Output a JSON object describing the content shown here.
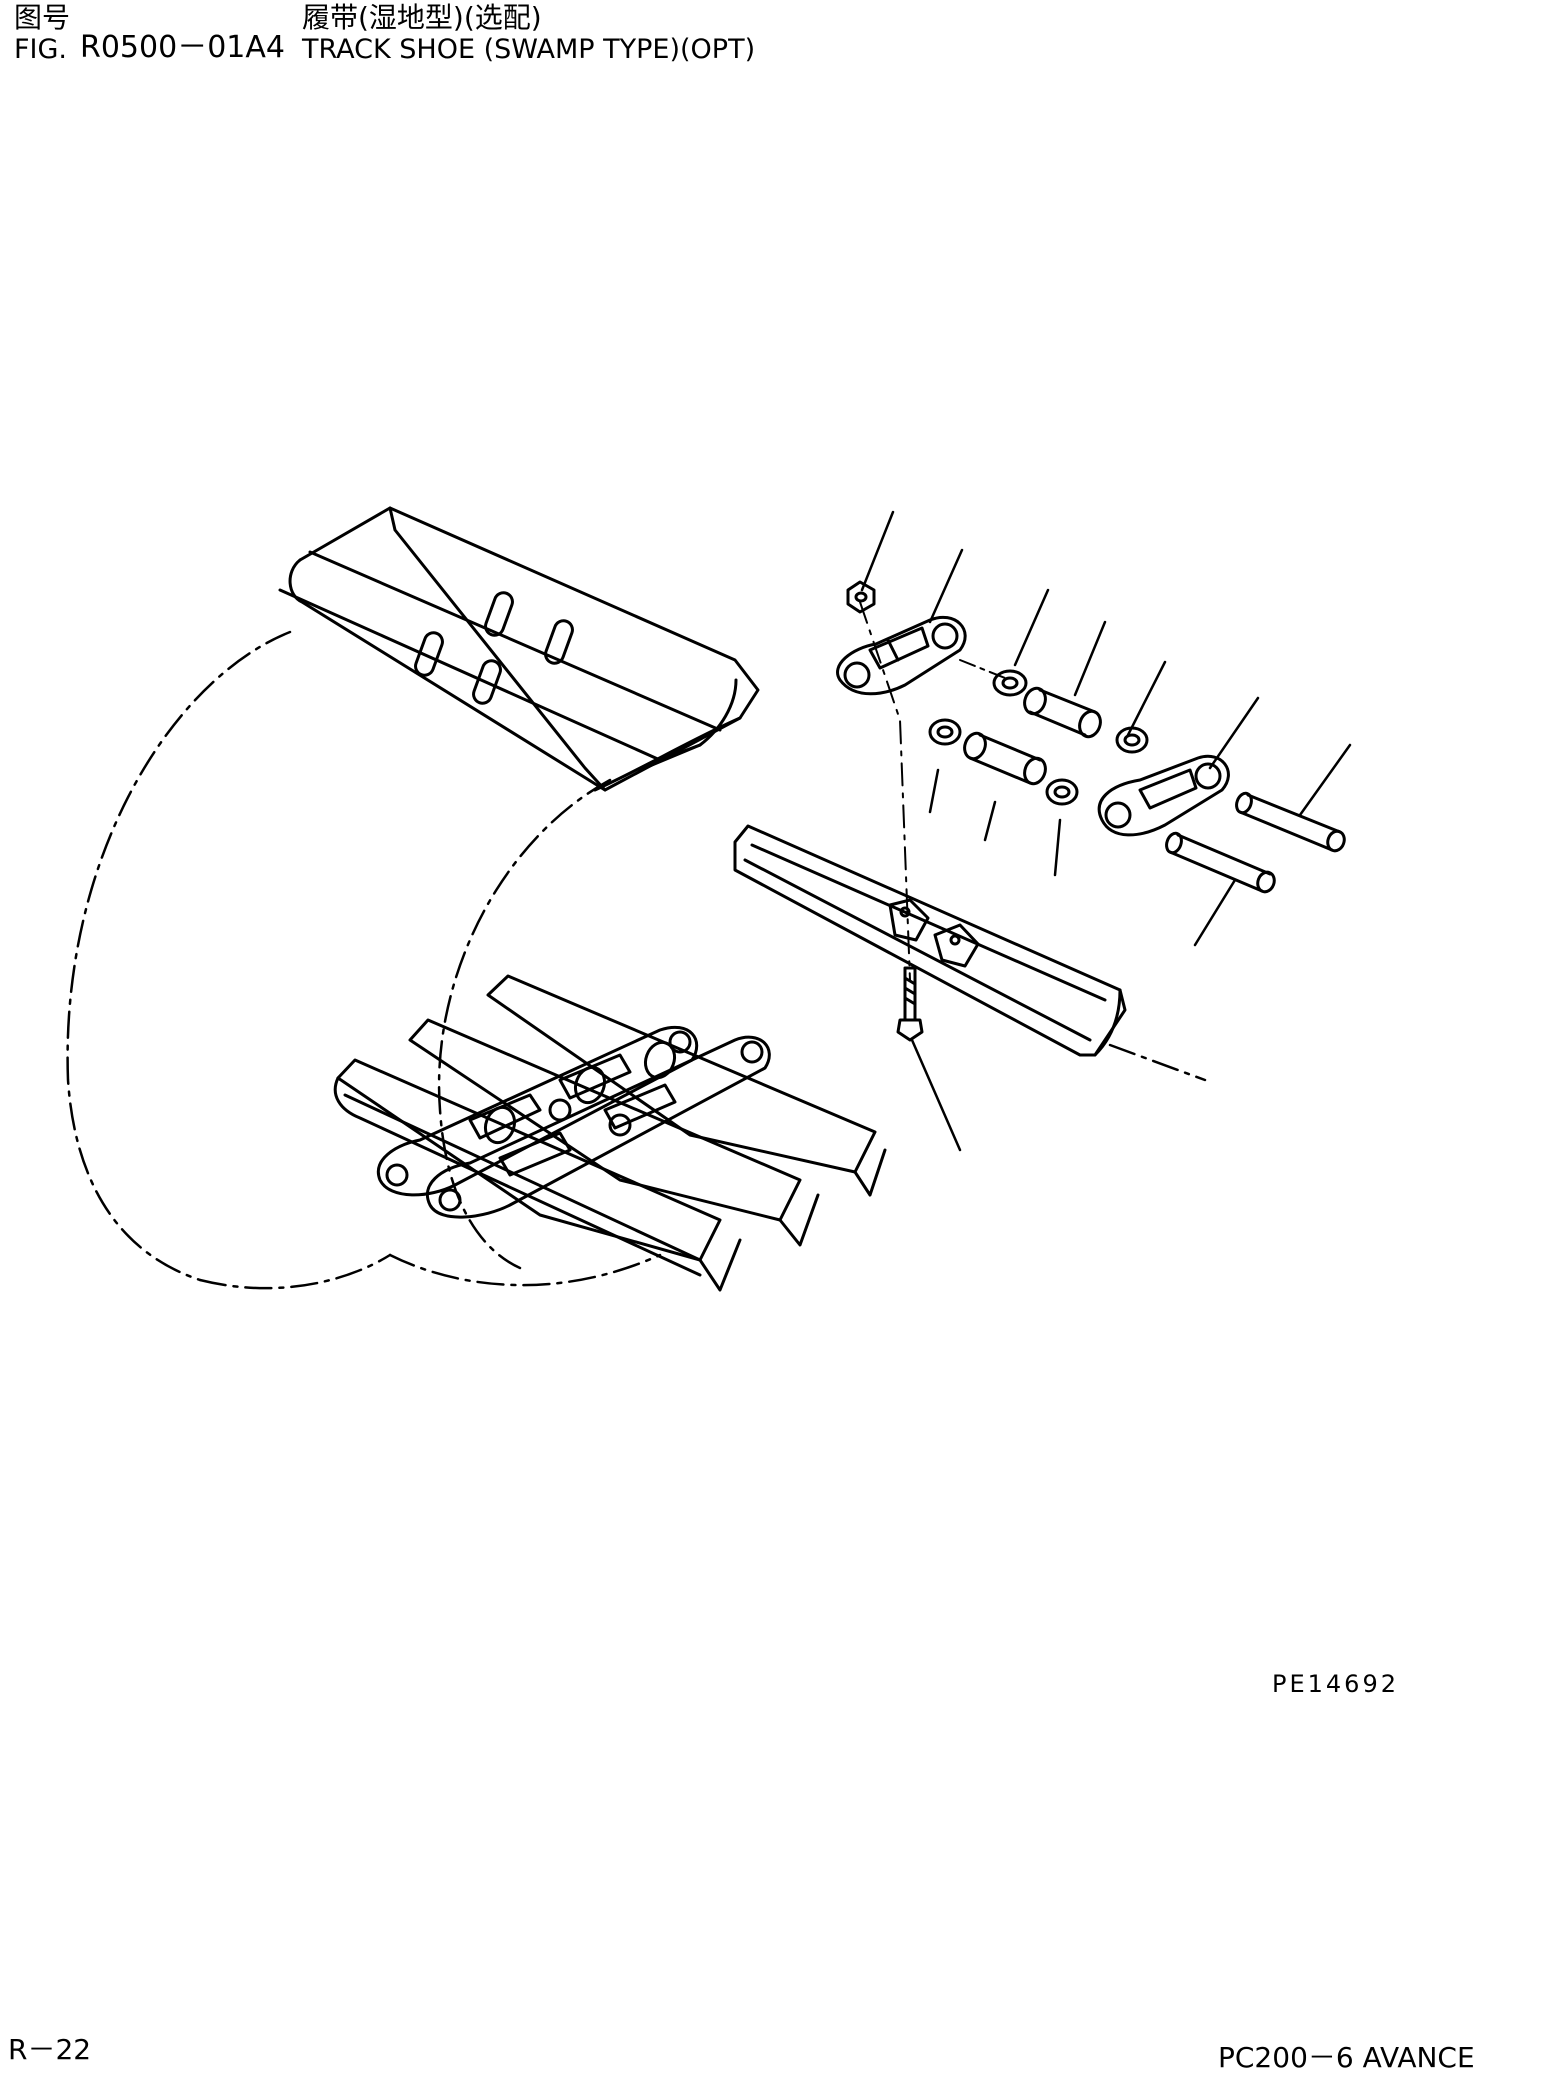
{
  "header": {
    "fig_label_jp": "图号",
    "fig_label": "FIG.",
    "fig_number": "R0500－01A4",
    "title_jp": "履带(湿地型)(选配)",
    "title_en": "TRACK SHOE (SWAMP TYPE)(OPT)"
  },
  "diagram": {
    "illustration_code": "PE14692"
  },
  "footer": {
    "page": "R－22",
    "model": "PC200－6 AVANCE"
  }
}
